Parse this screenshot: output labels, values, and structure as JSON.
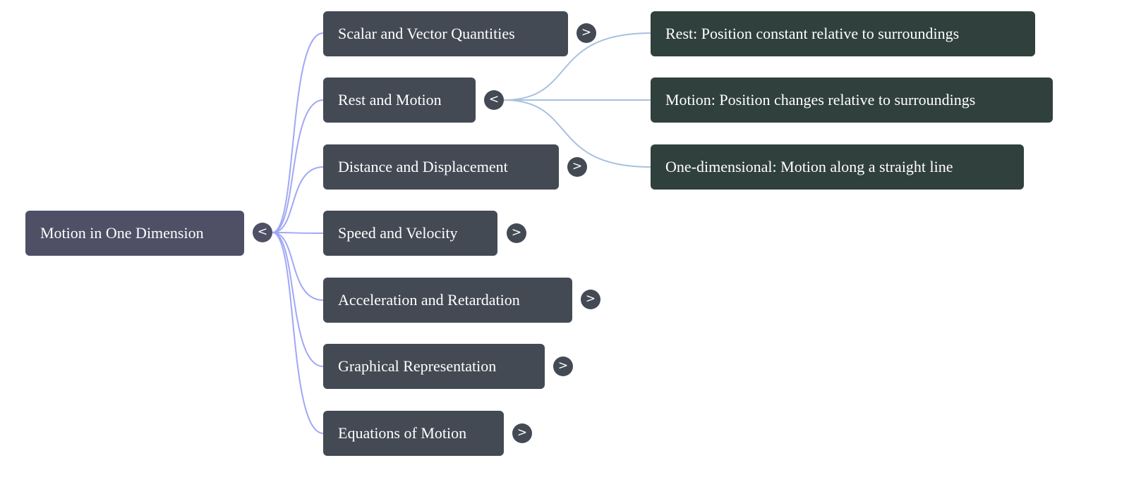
{
  "root": {
    "label": "Motion in One Dimension",
    "toggle": "<"
  },
  "topics": [
    {
      "label": "Scalar and Vector Quantities",
      "toggle": ">"
    },
    {
      "label": "Rest and Motion",
      "toggle": "<"
    },
    {
      "label": "Distance and Displacement",
      "toggle": ">"
    },
    {
      "label": "Speed and Velocity",
      "toggle": ">"
    },
    {
      "label": "Acceleration and Retardation",
      "toggle": ">"
    },
    {
      "label": "Graphical Representation",
      "toggle": ">"
    },
    {
      "label": "Equations of Motion",
      "toggle": ">"
    }
  ],
  "rest_motion_children": [
    {
      "label": "Rest: Position constant relative to surroundings"
    },
    {
      "label": "Motion: Position changes relative to surroundings"
    },
    {
      "label": "One-dimensional: Motion along a straight line"
    }
  ],
  "colors": {
    "root": "#4f4f66",
    "topic": "#434a54",
    "detail": "#30403c",
    "edge_root": "#a0a8f5",
    "edge_topic": "#a8c0e0"
  }
}
